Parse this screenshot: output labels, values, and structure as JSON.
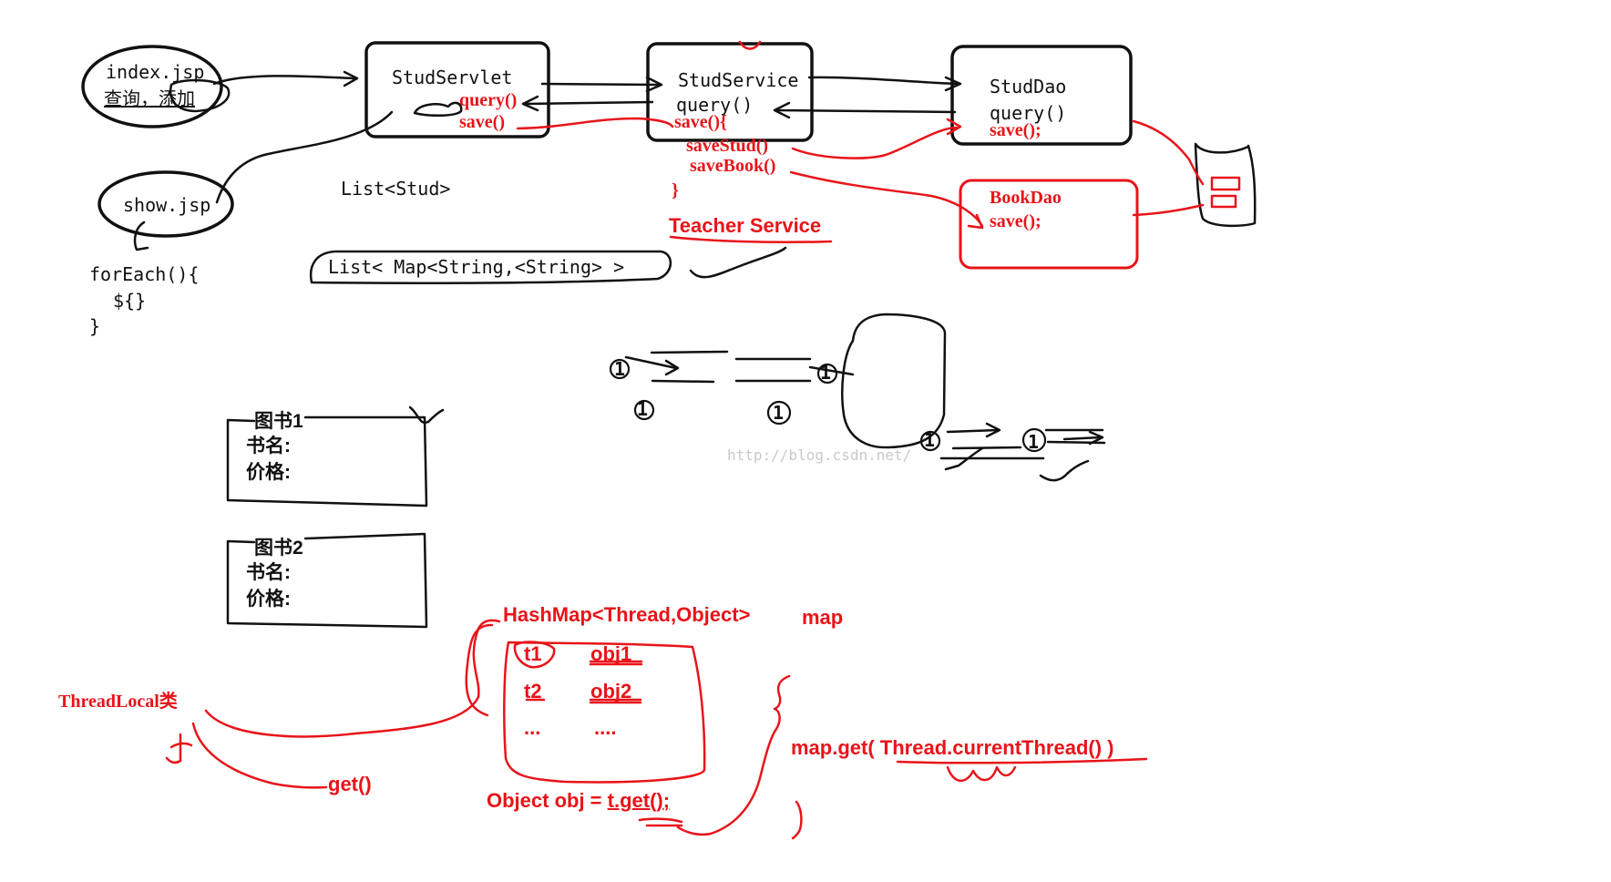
{
  "nodes": {
    "index_jsp": "index.jsp",
    "query_add": "查询，添加",
    "show_jsp": "show.jsp",
    "stud_servlet": "StudServlet",
    "servlet_query": "query()",
    "servlet_save": "save()",
    "stud_service": "StudService",
    "service_query": "query()",
    "service_save": "save(){",
    "service_save_stud": "saveStud()",
    "service_save_book": "saveBook()",
    "service_close": "}",
    "stud_dao": "StudDao",
    "dao_query": "query()",
    "dao_save": "save();",
    "book_dao": "BookDao",
    "book_dao_save": "save();",
    "teacher_service": "Teacher Service"
  },
  "notes": {
    "list_stud": "List<Stud>",
    "list_map": "List< Map<String,<String> >",
    "foreach_line1": "forEach(){",
    "foreach_line2": "${}",
    "foreach_line3": "}"
  },
  "book_cards": [
    {
      "title": "图书1",
      "name_label": "书名:",
      "price_label": "价格:"
    },
    {
      "title": "图书2",
      "name_label": "书名:",
      "price_label": "价格:"
    }
  ],
  "threadlocal": {
    "class_label": "ThreadLocal类",
    "get_label": "get()",
    "hashmap_label": "HashMap<Thread,Object>",
    "map_label": "map",
    "rows": [
      {
        "key": "t1",
        "value": "obj1"
      },
      {
        "key": "t2",
        "value": "obj2"
      },
      {
        "key": "...",
        "value": "...."
      }
    ],
    "object_obj": "Object obj = ",
    "t_get": "t.get();",
    "map_get_prefix": "map.get( ",
    "current_thread": "Thread.currentThread()",
    "map_get_suffix": " )"
  },
  "thread_sketch": {
    "start_label": "1",
    "sub_label_a": "1",
    "sub_label_b": "1",
    "mid_label": "1",
    "exit_label": "1",
    "right_label": "1"
  },
  "watermark": "http://blog.csdn.net/"
}
